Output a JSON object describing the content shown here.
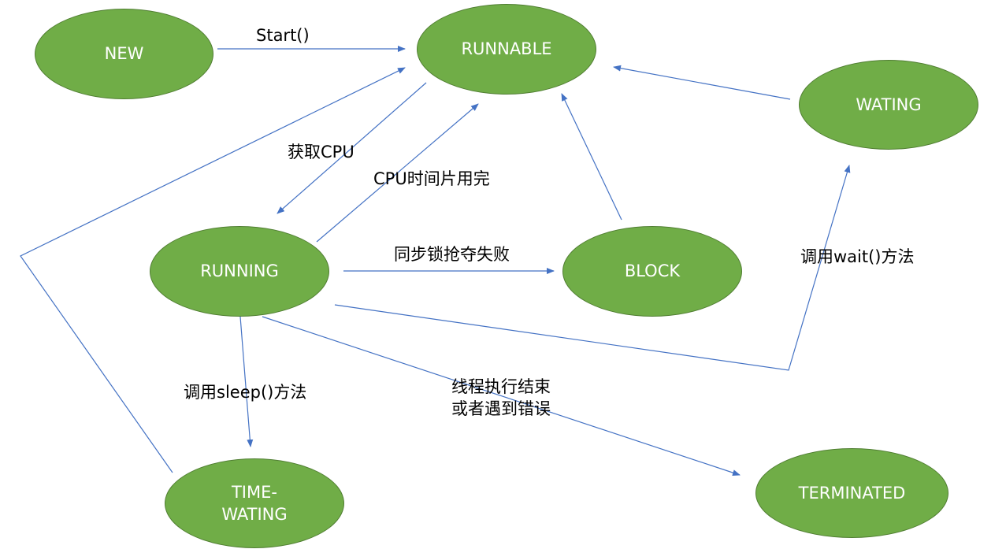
{
  "diagram": {
    "nodes": {
      "new": "NEW",
      "runnable": "RUNNABLE",
      "wating": "WATING",
      "running": "RUNNING",
      "block": "BLOCK",
      "time_wating": "TIME-\nWATING",
      "terminated": "TERMINATED"
    },
    "edges": {
      "start": "Start()",
      "get_cpu": "获取CPU",
      "cpu_timeslice_done": "CPU时间片用完",
      "sync_lock_failed": "同步锁抢夺失败",
      "call_wait": "调用wait()方法",
      "call_sleep": "调用sleep()方法",
      "thread_end_or_error": "线程执行结束\n或者遇到错误"
    },
    "colors": {
      "node_fill": "#70ad47",
      "node_border": "#507e32",
      "edge": "#4472c4"
    }
  }
}
